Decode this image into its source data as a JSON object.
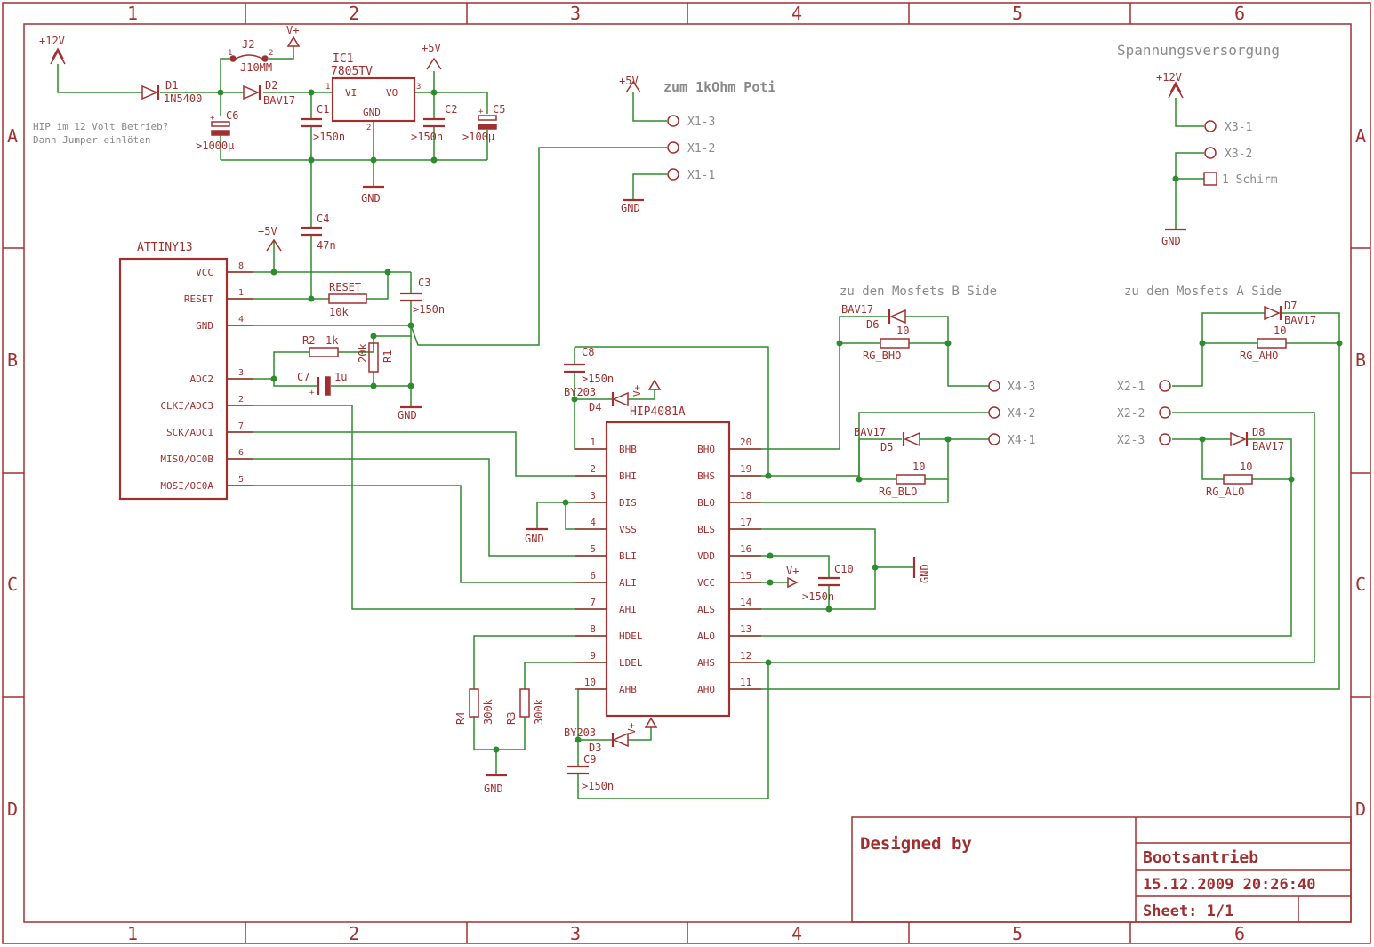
{
  "frame": {
    "col_labels": [
      "1",
      "2",
      "3",
      "4",
      "5",
      "6"
    ],
    "row_labels": [
      "A",
      "B",
      "C",
      "D"
    ]
  },
  "notes": {
    "section_title": "Spannungsversorgung",
    "poti_note": "zum 1kOhm Poti",
    "mosfet_b": "zu den Mosfets B Side",
    "mosfet_a": "zu den Mosfets A Side",
    "hip_note_1": "HIP im 12 Volt Betrieb?",
    "hip_note_2": "Dann Jumper einlöten"
  },
  "title_block": {
    "designed_by": "Designed by",
    "project": "Bootsantrieb",
    "date": "15.12.2009 20:26:40",
    "sheet": "Sheet: 1/1"
  },
  "power": {
    "p12v": "+12V",
    "p5v": "+5V",
    "vplus": "V+",
    "gnd": "GND"
  },
  "parts": {
    "D1": {
      "name": "D1",
      "value": "1N5400"
    },
    "D2": {
      "name": "D2",
      "value": "BAV17"
    },
    "J2": {
      "name": "J2",
      "value": "J10MM",
      "pin1": "1",
      "pin2": "2"
    },
    "IC1": {
      "name": "IC1",
      "value": "7805TV",
      "vi": "VI",
      "vo": "VO",
      "gnd": "GND",
      "p1": "1",
      "p2": "2",
      "p3": "3"
    },
    "C1": {
      "name": "C1",
      "value": ">150n"
    },
    "C2": {
      "name": "C2",
      "value": ">150n"
    },
    "C3": {
      "name": "C3",
      "value": ">150n"
    },
    "C4": {
      "name": "C4",
      "value": "47n"
    },
    "C5": {
      "name": "C5",
      "value": ">100µ"
    },
    "C6": {
      "name": "C6",
      "value": ">1000µ"
    },
    "C7": {
      "name": "C7",
      "value": "1u"
    },
    "C8": {
      "name": "C8",
      "value": ">150n"
    },
    "C9": {
      "name": "C9",
      "value": ">150n"
    },
    "C10": {
      "name": "C10",
      "value": ">150n"
    },
    "R1": {
      "name": "R1",
      "value": "20k"
    },
    "R2": {
      "name": "R2",
      "value": "1k"
    },
    "R3": {
      "name": "R3",
      "value": "300k"
    },
    "R4": {
      "name": "R4",
      "value": "300k"
    },
    "RESET": {
      "name": "RESET",
      "value": "10k"
    },
    "D3": {
      "name": "D3",
      "value": "BY203"
    },
    "D4": {
      "name": "D4",
      "value": "BY203"
    },
    "D5": {
      "name": "D5",
      "value": "BAV17"
    },
    "D6": {
      "name": "D6",
      "value": "BAV17"
    },
    "D7": {
      "name": "D7",
      "value": "BAV17"
    },
    "D8": {
      "name": "D8",
      "value": "BAV17"
    },
    "RG_BHO": {
      "name": "RG_BHO",
      "value": "10"
    },
    "RG_BLO": {
      "name": "RG_BLO",
      "value": "10"
    },
    "RG_AHO": {
      "name": "RG_AHO",
      "value": "10"
    },
    "RG_ALO": {
      "name": "RG_ALO",
      "value": "10"
    }
  },
  "attiny": {
    "name": "ATTINY13",
    "pins": [
      {
        "label": "VCC",
        "num": "8"
      },
      {
        "label": "RESET",
        "num": "1"
      },
      {
        "label": "GND",
        "num": "4"
      },
      {
        "label": "ADC2",
        "num": "3"
      },
      {
        "label": "CLKI/ADC3",
        "num": "2"
      },
      {
        "label": "SCK/ADC1",
        "num": "7"
      },
      {
        "label": "MISO/OC0B",
        "num": "6"
      },
      {
        "label": "MOSI/OC0A",
        "num": "5"
      }
    ]
  },
  "hip": {
    "name": "HIP4081A",
    "left_pins": [
      {
        "label": "BHB",
        "num": "1"
      },
      {
        "label": "BHI",
        "num": "2"
      },
      {
        "label": "DIS",
        "num": "3"
      },
      {
        "label": "VSS",
        "num": "4"
      },
      {
        "label": "BLI",
        "num": "5"
      },
      {
        "label": "ALI",
        "num": "6"
      },
      {
        "label": "AHI",
        "num": "7"
      },
      {
        "label": "HDEL",
        "num": "8"
      },
      {
        "label": "LDEL",
        "num": "9"
      },
      {
        "label": "AHB",
        "num": "10"
      }
    ],
    "right_pins": [
      {
        "label": "BHO",
        "num": "20"
      },
      {
        "label": "BHS",
        "num": "19"
      },
      {
        "label": "BLO",
        "num": "18"
      },
      {
        "label": "BLS",
        "num": "17"
      },
      {
        "label": "VDD",
        "num": "16"
      },
      {
        "label": "VCC",
        "num": "15"
      },
      {
        "label": "ALS",
        "num": "14"
      },
      {
        "label": "ALO",
        "num": "13"
      },
      {
        "label": "AHS",
        "num": "12"
      },
      {
        "label": "AHO",
        "num": "11"
      }
    ]
  },
  "connectors": {
    "X1": [
      "X1-3",
      "X1-2",
      "X1-1"
    ],
    "X2": [
      "X2-1",
      "X2-2",
      "X2-3"
    ],
    "X3": [
      "X3-1",
      "X3-2"
    ],
    "X4": [
      "X4-3",
      "X4-2",
      "X4-1"
    ],
    "schirm": "1 Schirm"
  }
}
